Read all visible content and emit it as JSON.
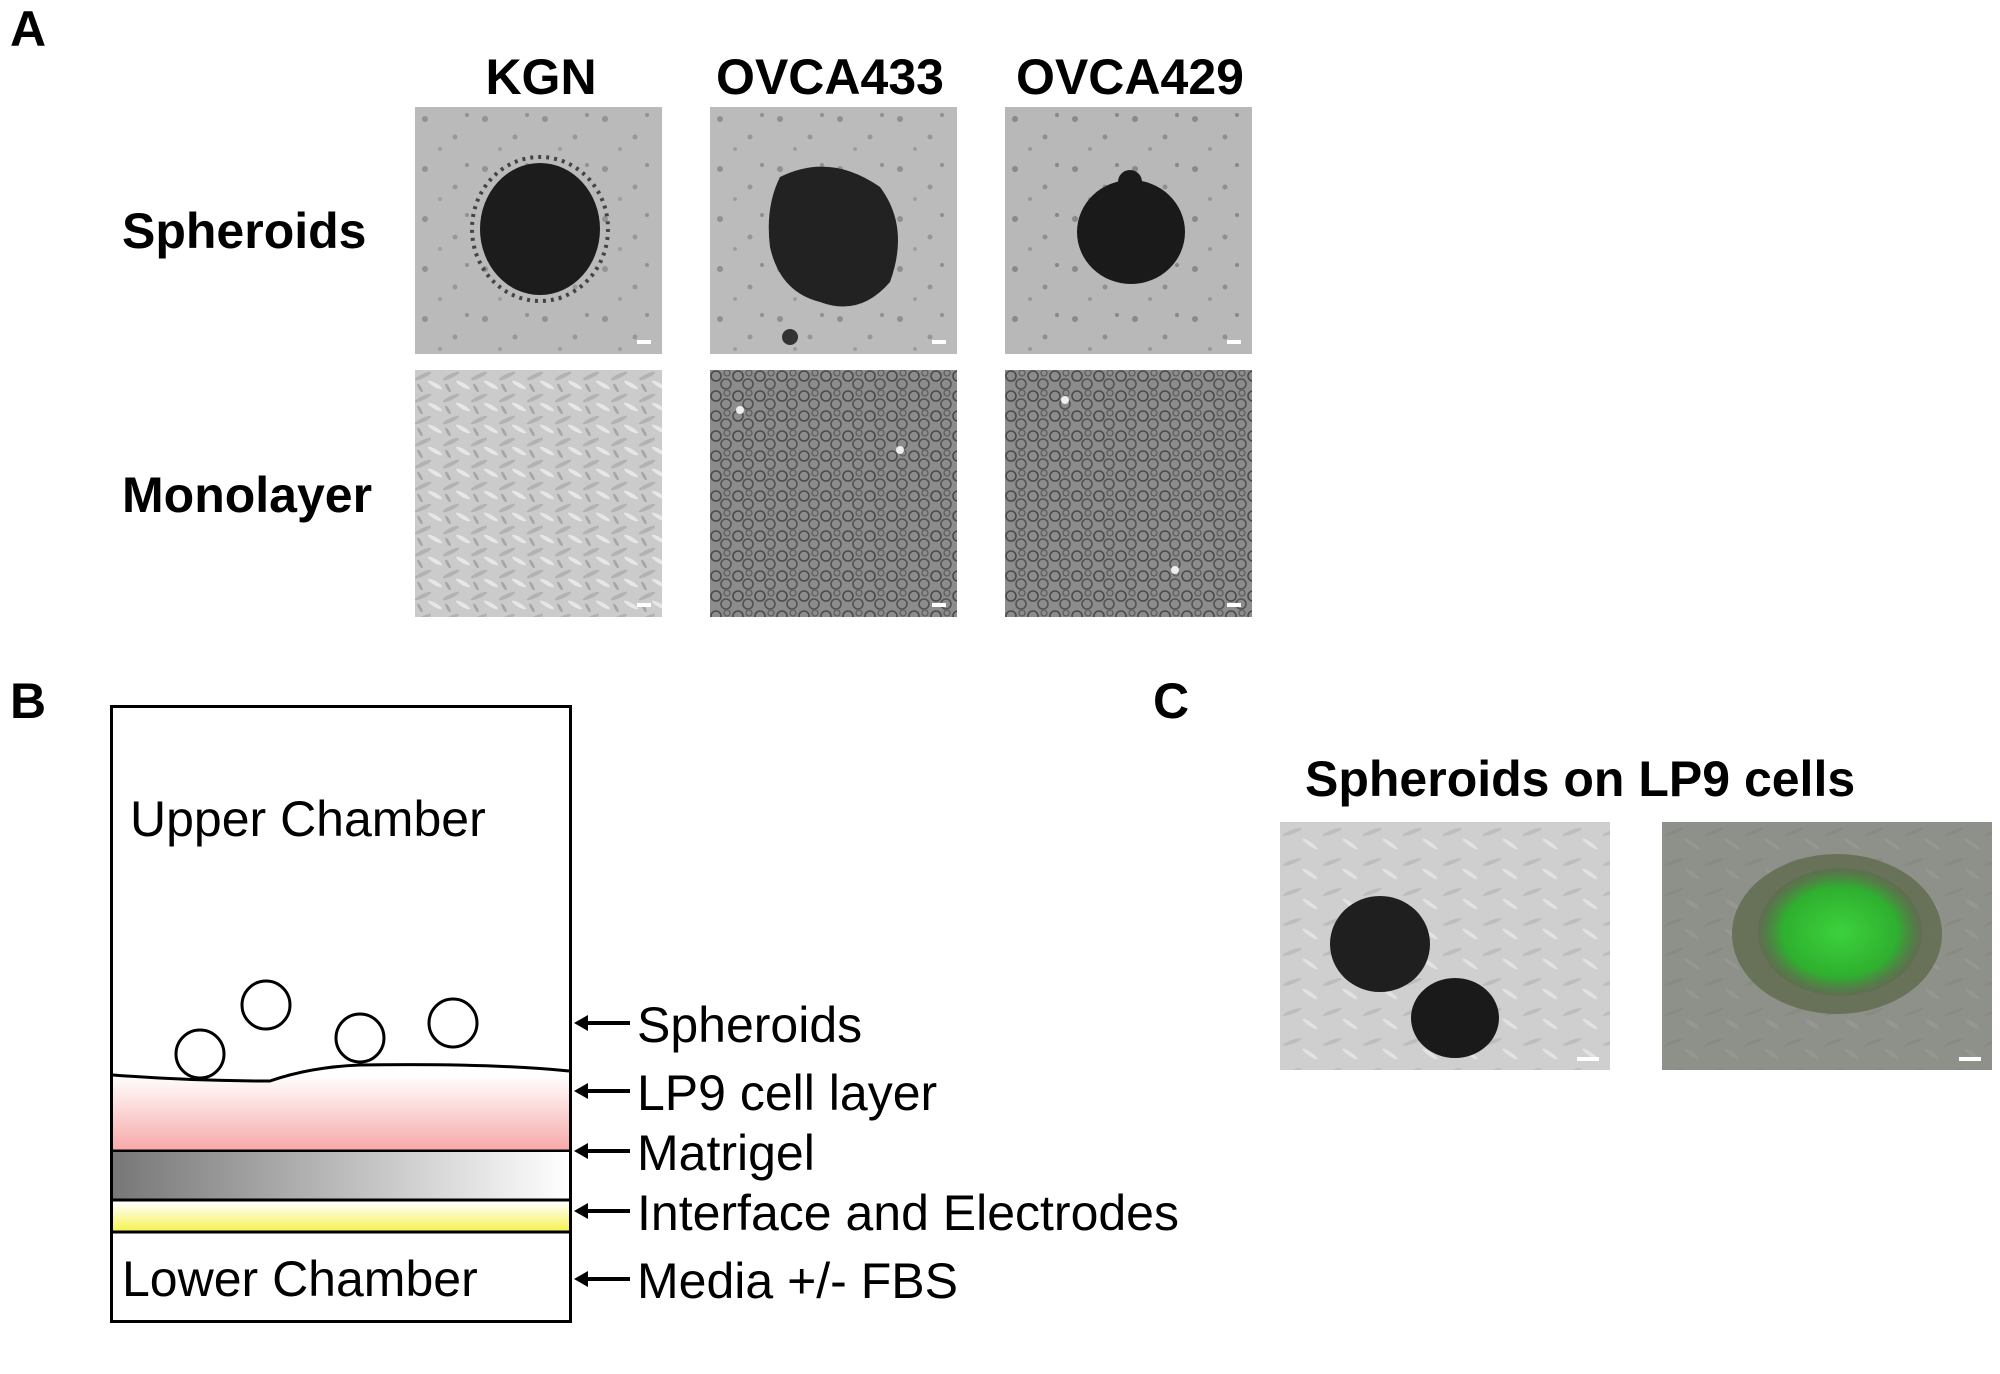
{
  "panels": {
    "a": "A",
    "b": "B",
    "c": "C"
  },
  "panel_a": {
    "columns": [
      "KGN",
      "OVCA433",
      "OVCA429"
    ],
    "rows": [
      "Spheroids",
      "Monolayer"
    ]
  },
  "panel_b": {
    "upper_chamber": "Upper Chamber",
    "lower_chamber": "Lower Chamber",
    "layers": [
      "Spheroids",
      "LP9 cell layer",
      "Matrigel",
      "Interface and Electrodes",
      "Media +/- FBS"
    ]
  },
  "panel_c": {
    "title": "Spheroids on LP9 cells"
  }
}
